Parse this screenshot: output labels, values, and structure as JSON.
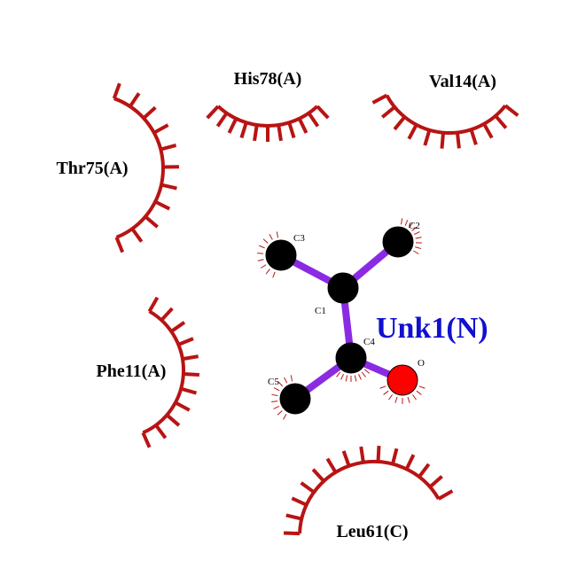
{
  "colors": {
    "background": "#ffffff",
    "hydrophobic_contact": "#b81414",
    "bond": "#8a2be2",
    "carbon_atom": "#000000",
    "oxygen_atom": "#ff0000",
    "ligand_label": "#1010d0",
    "residue_label": "#000000"
  },
  "ligand": {
    "name": "Unk1(N)",
    "atoms": [
      {
        "label": "C1",
        "element": "C"
      },
      {
        "label": "C2",
        "element": "C"
      },
      {
        "label": "C3",
        "element": "C"
      },
      {
        "label": "C4",
        "element": "C"
      },
      {
        "label": "C5",
        "element": "C"
      },
      {
        "label": "O",
        "element": "O"
      }
    ],
    "bonds": [
      [
        "C1",
        "C2"
      ],
      [
        "C1",
        "C3"
      ],
      [
        "C1",
        "C4"
      ],
      [
        "C4",
        "C5"
      ],
      [
        "C4",
        "O"
      ]
    ]
  },
  "residues": [
    {
      "label": "His78(A)"
    },
    {
      "label": "Val14(A)"
    },
    {
      "label": "Thr75(A)"
    },
    {
      "label": "Phe11(A)"
    },
    {
      "label": "Leu61(C)"
    }
  ]
}
